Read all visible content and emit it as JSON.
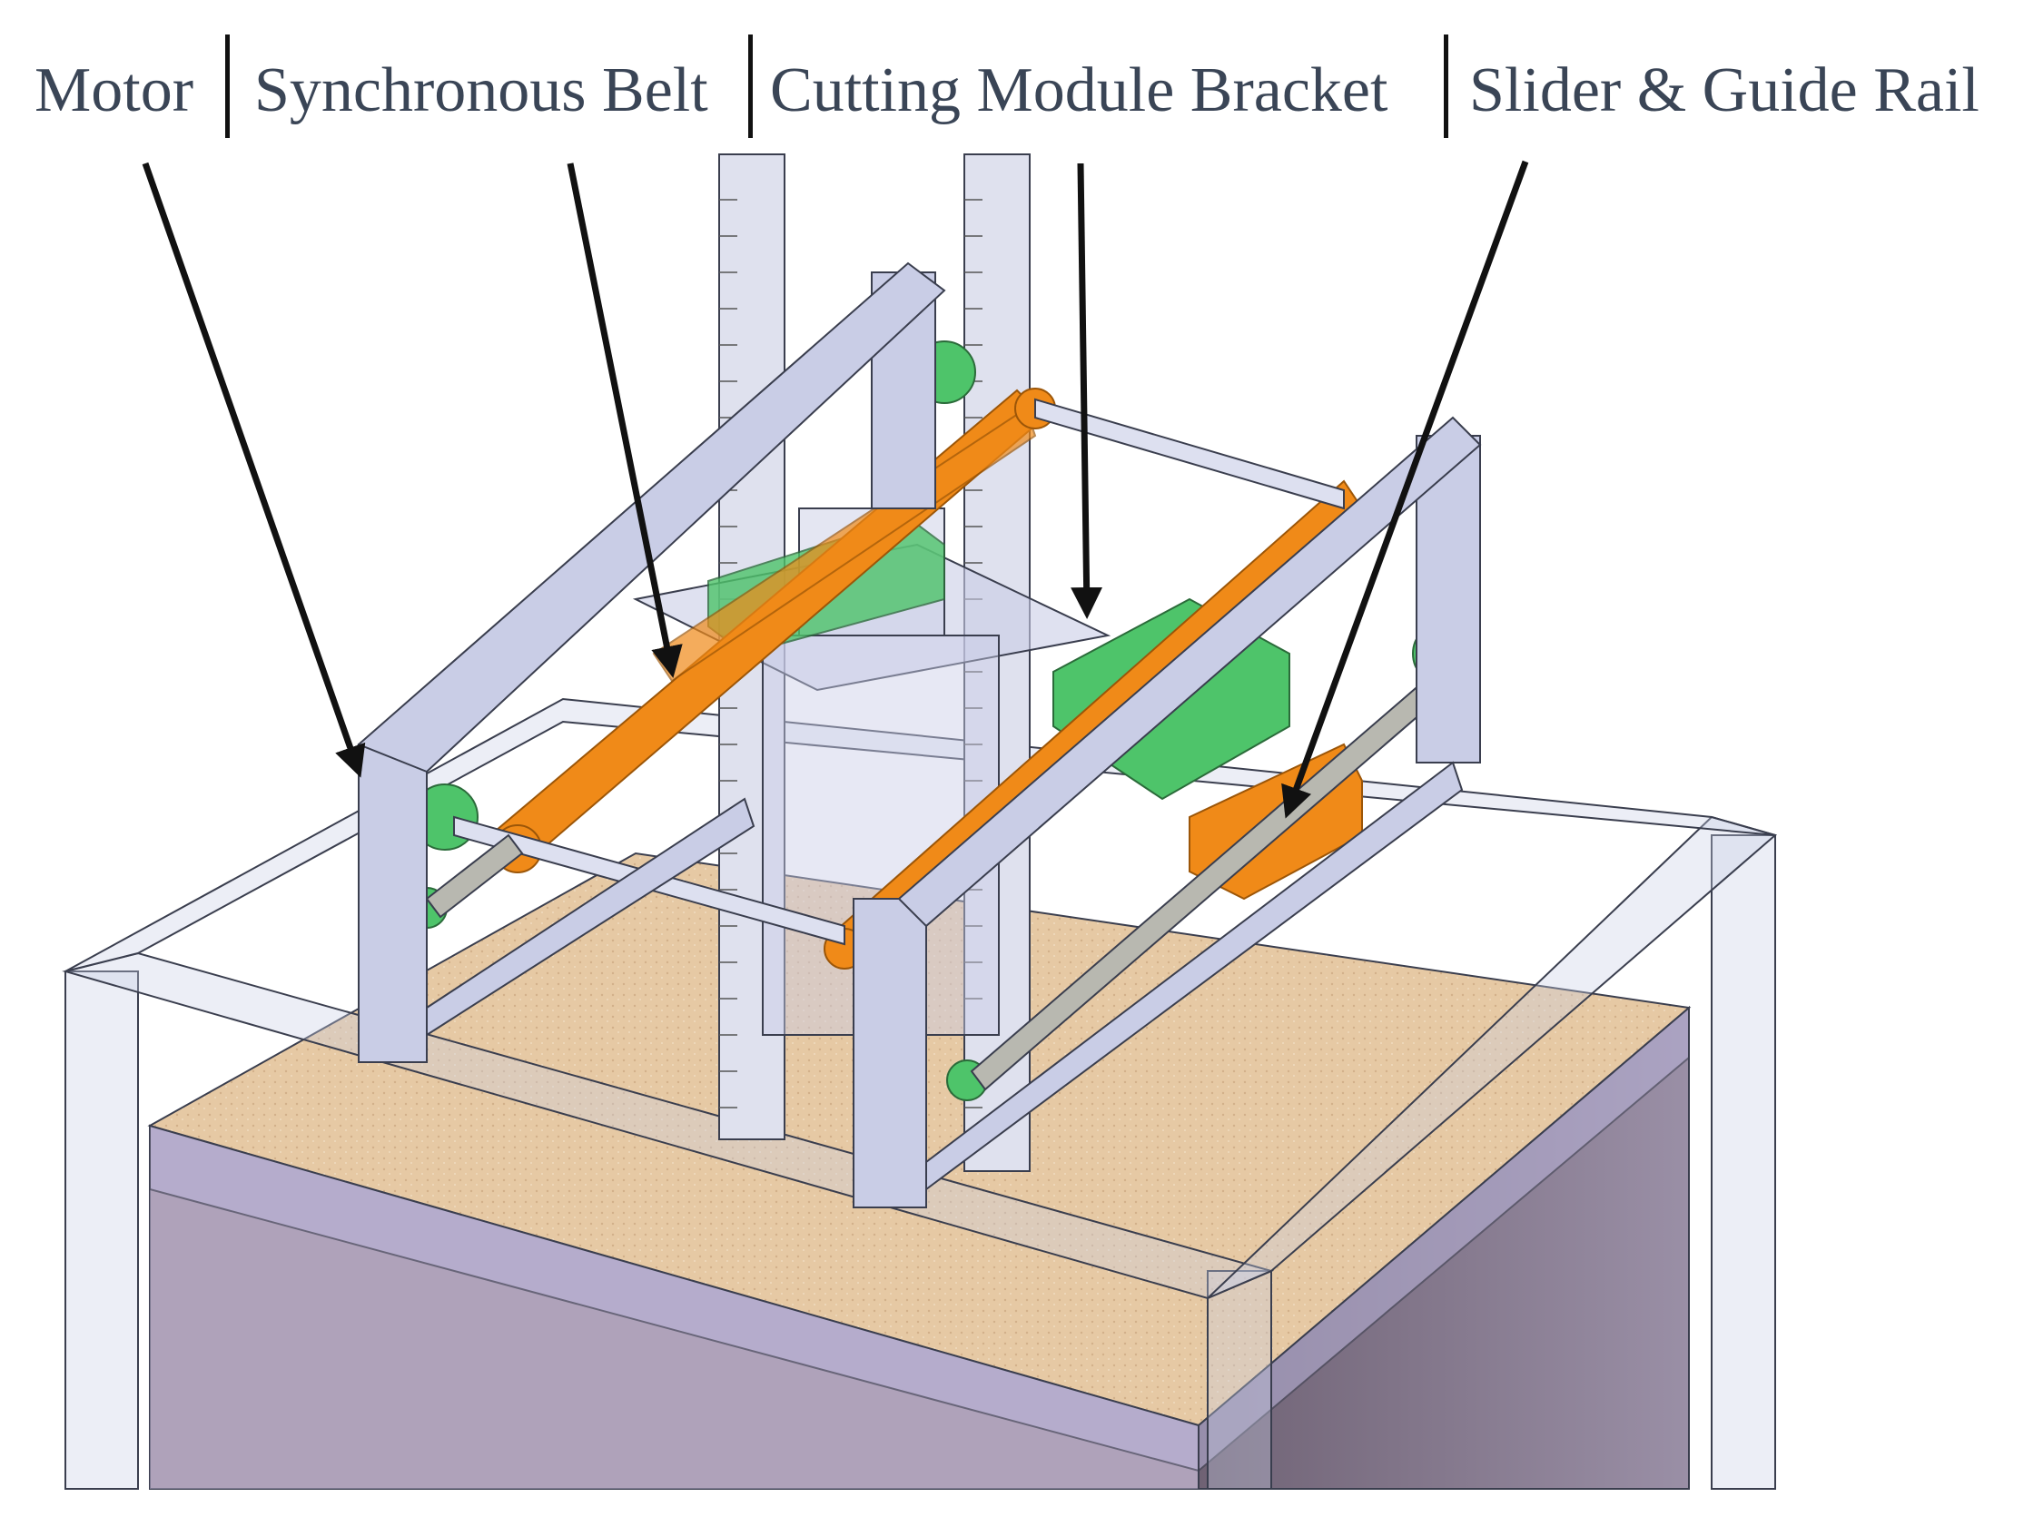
{
  "labels": [
    {
      "id": "motor",
      "text": "Motor"
    },
    {
      "id": "belt",
      "text": "Synchronous Belt"
    },
    {
      "id": "bracket",
      "text": "Cutting Module Bracket"
    },
    {
      "id": "rail",
      "text": "Slider & Guide Rail"
    }
  ],
  "colors": {
    "frame_fill": "#c9cde6",
    "frame_stroke": "#3a3e4e",
    "belt": "#f08a18",
    "motor": "#4ec46a",
    "sand": "#e6c9a4",
    "tank_side": "#8c7a86",
    "tank_front": "#b4a9c8",
    "shaft": "#dde0f0",
    "guide_rail": "#b8b8b0",
    "text": "#3a4556"
  }
}
